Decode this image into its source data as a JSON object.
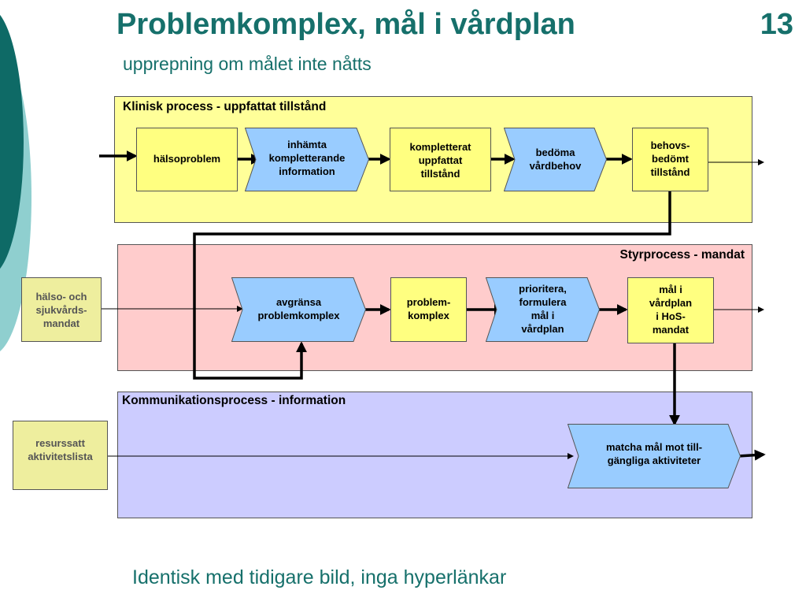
{
  "slide": {
    "title": "Problemkomplex, mål i vårdplan",
    "number": "13",
    "subtitle": "upprepning om målet inte nåtts",
    "footer": "Identisk med tidigare bild, inga hyperlänkar"
  },
  "colors": {
    "title": "#16706b",
    "panel_clinical": "#ffff99",
    "panel_governance": "#ffcccc",
    "panel_communication": "#ccccff",
    "yellow_box": "#ffff80",
    "blue_step": "#99ccff",
    "pale_input": "#eeee9e"
  },
  "panels": {
    "clinical": "Klinisk process - uppfattat tillstånd",
    "governance": "Styrprocess - mandat",
    "communication": "Kommunikationsprocess - information"
  },
  "nodes": {
    "halsoproblem": "hälsoproblem",
    "inhamta": "inhämta\nkompletterande\ninformation",
    "kompletterat": "kompletterat\nuppfattat\ntillstånd",
    "bedoma": "bedöma\nvårdbehov",
    "behovsbedomt": "behovs-\nbedömt\ntillstånd",
    "mandat": "hälso- och\nsjukvårds-\nmandat",
    "avgransa": "avgränsa\nproblemkomplex",
    "problemkomplex": "problem-\nkomplex",
    "prioritera": "prioritera,\nformulera\nmål i\nvårdplan",
    "mal": "mål i\nvårdplan\ni HoS-\nmandat",
    "resurssatt": "resurssatt\naktivitetslista",
    "matcha": "matcha mål mot till-\ngängliga aktiviteter"
  }
}
